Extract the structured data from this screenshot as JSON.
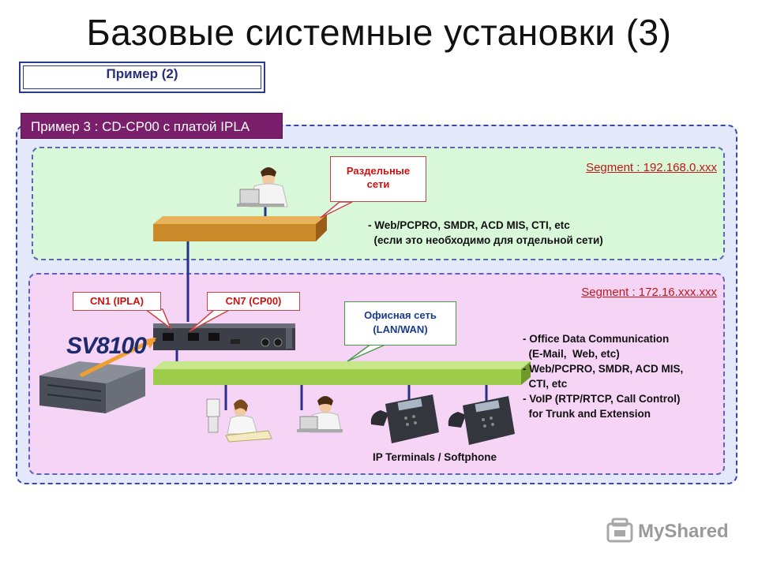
{
  "title": "Базовые системные установки (3)",
  "example_label": "Пример (2)",
  "caption": "Пример 3 : CD-CP00 с платой IPLA",
  "segment1": {
    "label": "Segment : 192.168.0.xxx",
    "callout": [
      "Раздельные",
      "сети"
    ],
    "info": [
      "- Web/PCPRO, SMDR, ACD MIS, CTI, etc",
      "  (если это необходимо для отдельной сети)"
    ]
  },
  "segment2": {
    "label": "Segment : 172.16.xxx.xxx",
    "cn1": "CN1 (IPLA)",
    "cn7": "CN7 (CP00)",
    "callout": [
      "Офисная сеть",
      "(LAN/WAN)"
    ],
    "info": [
      "- Office Data Communication",
      "  (E-Mail,  Web, etc)",
      "- Web/PCPRO, SMDR, ACD MIS,",
      "  CTI, etc",
      "- VoIP (RTP/RTCP, Call Control)",
      "  for Trunk and Extension"
    ],
    "ip_terminals": "IP Terminals / Softphone"
  },
  "device_label": "SV8100",
  "watermark": "MyShared",
  "colors": {
    "caption_bg": "#7a1f6b",
    "segment1_bg": "#d9f7d9",
    "segment2_bg": "#f6d4f6",
    "outer_bg": "#e3e8fa",
    "segment_label": "#c21818",
    "hub1": "#c98a2a",
    "hub2": "#9ccc4a",
    "link": "#2a2f8a"
  }
}
